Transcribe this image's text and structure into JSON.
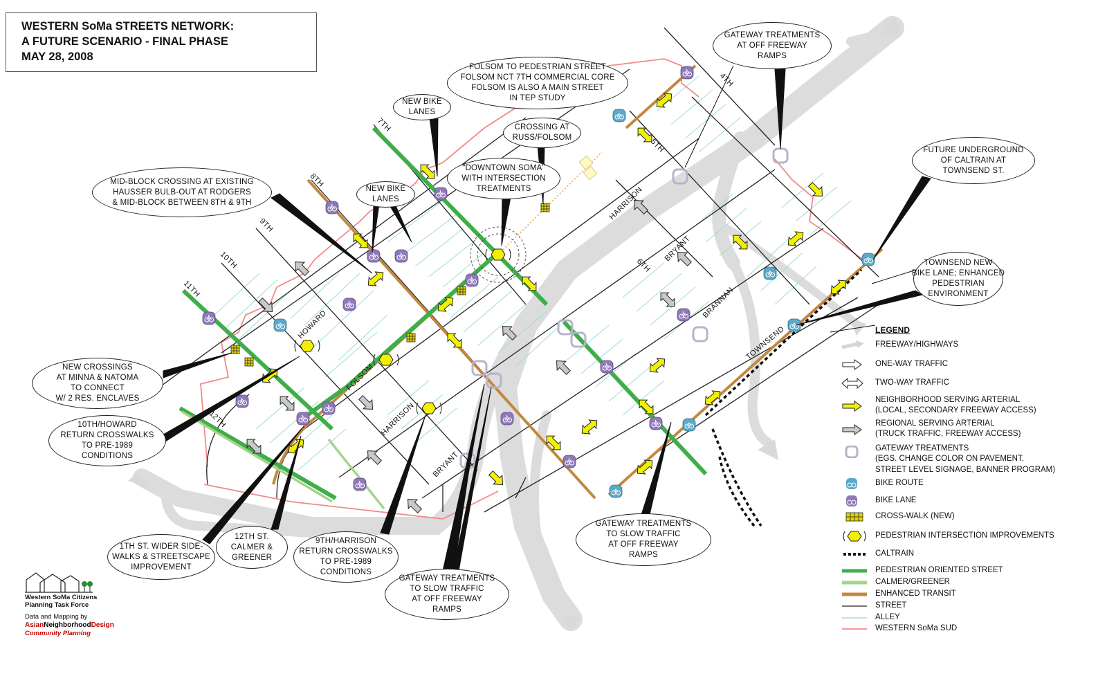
{
  "title": {
    "line1": "WESTERN SoMa STREETS NETWORK:",
    "line2": "A FUTURE SCENARIO - FINAL PHASE",
    "line3": "MAY 28, 2008"
  },
  "streets": {
    "s4th": "4TH",
    "s5th": "5TH",
    "s6th": "6TH",
    "s7th": "7TH",
    "s8th": "8TH",
    "s9th": "9TH",
    "s10th": "10TH",
    "s11th": "11TH",
    "s12th": "12TH",
    "howard": "HOWARD",
    "folsom": "FOLSOM",
    "harrison1": "HARRISON",
    "harrison2": "HARRISON",
    "bryant1": "BRYANT",
    "bryant2": "BRYANT",
    "brannan": "BRANNAN",
    "townsend": "TOWNSEND"
  },
  "callouts": {
    "gateway_top": [
      "GATEWAY TREATMENTS",
      "AT OFF FREEWAY",
      "RAMPS"
    ],
    "folsom_ped": [
      "FOLSOM TO PEDESTRIAN STREET",
      "FOLSOM NCT 7TH COMMERCIAL CORE",
      "FOLSOM IS ALSO A MAIN STREET",
      "IN TEP STUDY"
    ],
    "new_bike_1": [
      "NEW BIKE",
      "LANES"
    ],
    "crossing_russ": [
      "CROSSING AT",
      "RUSS/FOLSOM"
    ],
    "caltrain_future": [
      "FUTURE UNDERGROUND",
      "OF CALTRAIN AT",
      "TOWNSEND ST."
    ],
    "downtown_soma": [
      "“DOWNTOWN SOMA”",
      "WITH INTERSECTION",
      "TREATMENTS"
    ],
    "mid_block": [
      "MID-BLOCK CROSSING AT EXISTING",
      "HAUSSER BULB-OUT AT RODGERS",
      "& MID-BLOCK BETWEEN 8TH & 9TH"
    ],
    "new_bike_2": [
      "NEW BIKE",
      "LANES"
    ],
    "townsend_bike": [
      "TOWNSEND NEW",
      "BIKE LANE; ENHANCED",
      "PEDESTRIAN",
      "ENVIRONMENT"
    ],
    "new_crossings": [
      "NEW CROSSINGS",
      "AT MINNA & NATOMA",
      "TO CONNECT",
      "W/ 2 RES. ENCLAVES"
    ],
    "tenth_howard": [
      "10TH/HOWARD",
      "RETURN CROSSWALKS",
      "TO PRE-1989",
      "CONDITIONS"
    ],
    "eleventh_wider": [
      "1TH ST. WIDER SIDE-",
      "WALKS & STREETSCAPE",
      "IMPROVEMENT"
    ],
    "twelfth_calmer": [
      "12TH ST.",
      "CALMER &",
      "GREENER"
    ],
    "ninth_harrison": [
      "9TH/HARRISON",
      "RETURN CROSSWALKS",
      "TO PRE-1989",
      "CONDITIONS"
    ],
    "gateway_bottom": [
      "GATEWAY TREATMENTS",
      "TO SLOW TRAFFIC",
      "AT OFF FREEWAY",
      "RAMPS"
    ],
    "gateway_right": [
      "GATEWAY TREATMENTS",
      "TO SLOW TRAFFIC",
      "AT OFF FREEWAY",
      "RAMPS"
    ]
  },
  "legend": {
    "heading": "LEGEND",
    "items": [
      {
        "key": "freeway",
        "lines": [
          "FREEWAY/HIGHWAYS"
        ]
      },
      {
        "key": "one_way",
        "lines": [
          "ONE-WAY TRAFFIC"
        ]
      },
      {
        "key": "two_way",
        "lines": [
          "TWO-WAY TRAFFIC"
        ]
      },
      {
        "key": "neighborhood_arterial",
        "lines": [
          "NEIGHBORHOOD SERVING ARTERIAL",
          "(LOCAL, SECONDARY FREEWAY ACCESS)"
        ]
      },
      {
        "key": "regional_arterial",
        "lines": [
          "REGIONAL SERVING ARTERIAL",
          "(TRUCK TRAFFIC, FREEWAY ACCESS)"
        ]
      },
      {
        "key": "gateway",
        "lines": [
          "GATEWAY TREATMENTS",
          "(EGS. CHANGE COLOR ON PAVEMENT,",
          "STREET LEVEL SIGNAGE, BANNER PROGRAM)"
        ]
      },
      {
        "key": "bike_route",
        "lines": [
          "BIKE ROUTE"
        ]
      },
      {
        "key": "bike_lane",
        "lines": [
          "BIKE LANE"
        ]
      },
      {
        "key": "crosswalk",
        "lines": [
          "CROSS-WALK (NEW)"
        ]
      },
      {
        "key": "ped_intersection",
        "lines": [
          "PEDESTRIAN INTERSECTION IMPROVEMENTS"
        ]
      },
      {
        "key": "caltrain",
        "lines": [
          "CALTRAIN"
        ]
      },
      {
        "key": "ped_street",
        "lines": [
          "PEDESTRIAN ORIENTED STREET"
        ]
      },
      {
        "key": "calmer",
        "lines": [
          "CALMER/GREENER"
        ]
      },
      {
        "key": "transit",
        "lines": [
          "ENHANCED TRANSIT"
        ]
      },
      {
        "key": "street",
        "lines": [
          "STREET"
        ]
      },
      {
        "key": "alley",
        "lines": [
          "ALLEY"
        ]
      },
      {
        "key": "sud",
        "lines": [
          "WESTERN SoMa SUD"
        ]
      }
    ]
  },
  "credits": {
    "org1": "Western SoMa Citizens",
    "org2": "Planning Task Force",
    "data_mapping": "Data and Mapping by",
    "and_asian": "Asian",
    "and_neighborhood": "Neighborhood",
    "and_design": "Design",
    "community": "Community Planning"
  },
  "colors": {
    "ped_street": "#3fae49",
    "calmer": "#a6d38a",
    "transit": "#c1893f",
    "street": "#222222",
    "alley": "#8fd6c9",
    "sud": "#f08a8a",
    "freeway": "#d6d6d6",
    "arterial_yellow": "#f2f200",
    "arterial_gray": "#bdbdbd",
    "bike_lane": "#8f79b8",
    "bike_route": "#5aa9c9",
    "gateway": "#b9b2cc",
    "crosswalk": "#e3d400",
    "ped_hex": "#f4ee00"
  }
}
